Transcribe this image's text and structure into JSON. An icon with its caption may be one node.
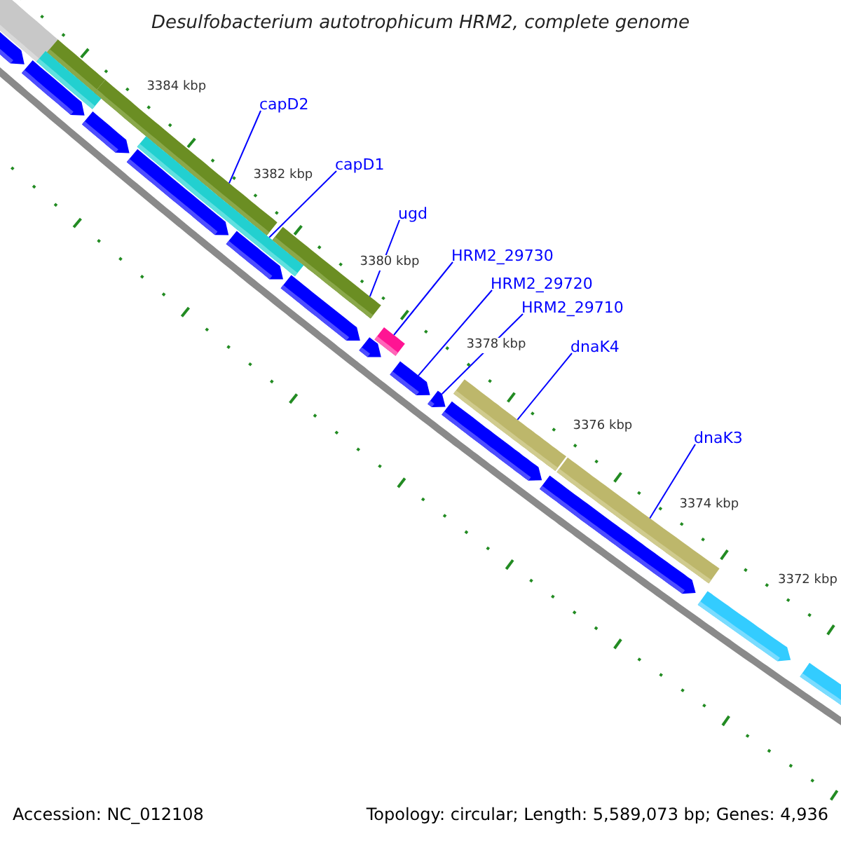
{
  "diagram": {
    "title": "Desulfobacterium autotrophicum HRM2, complete genome",
    "nodes": [
      {
        "text": [
          "capD2"
        ]
      },
      {
        "text": [
          "capD1"
        ]
      },
      {
        "text": [
          "ugd"
        ]
      },
      {
        "text": [
          "HRM2_29730"
        ]
      },
      {
        "text": [
          "HRM2_29720"
        ]
      },
      {
        "text": [
          "HRM2_29710"
        ]
      },
      {
        "text": [
          "dnaK4"
        ]
      },
      {
        "text": [
          "dnaK3"
        ]
      },
      {
        "text": [],
        "shape": "bar"
      },
      {
        "text": [],
        "shape": "bar"
      },
      {
        "text": [],
        "shape": "bar"
      },
      {
        "text": [],
        "shape": "bar"
      },
      {
        "text": [],
        "shape": "bar"
      },
      {
        "text": [],
        "shape": "bar"
      },
      {
        "text": [],
        "shape": "bar"
      },
      {
        "text": [],
        "shape": "bar"
      }
    ],
    "edges": [
      {
        "from": 0,
        "to": 8,
        "arrow": "none"
      },
      {
        "from": 1,
        "to": 9,
        "arrow": "none"
      },
      {
        "from": 2,
        "to": 10,
        "arrow": "none"
      },
      {
        "from": 3,
        "to": 11,
        "arrow": "none"
      },
      {
        "from": 4,
        "to": 12,
        "arrow": "none"
      },
      {
        "from": 5,
        "to": 13,
        "arrow": "none"
      },
      {
        "from": 6,
        "to": 14,
        "arrow": "none"
      },
      {
        "from": 7,
        "to": 15,
        "arrow": "none"
      }
    ],
    "labels": [
      "3384 kbp",
      "3382 kbp",
      "3380 kbp",
      "3378 kbp",
      "3376 kbp",
      "3374 kbp",
      "3372 kbp",
      "Accession: NC_012108",
      "Topology: circular; Length: 5,589,073 bp; Genes: 4,936"
    ]
  }
}
